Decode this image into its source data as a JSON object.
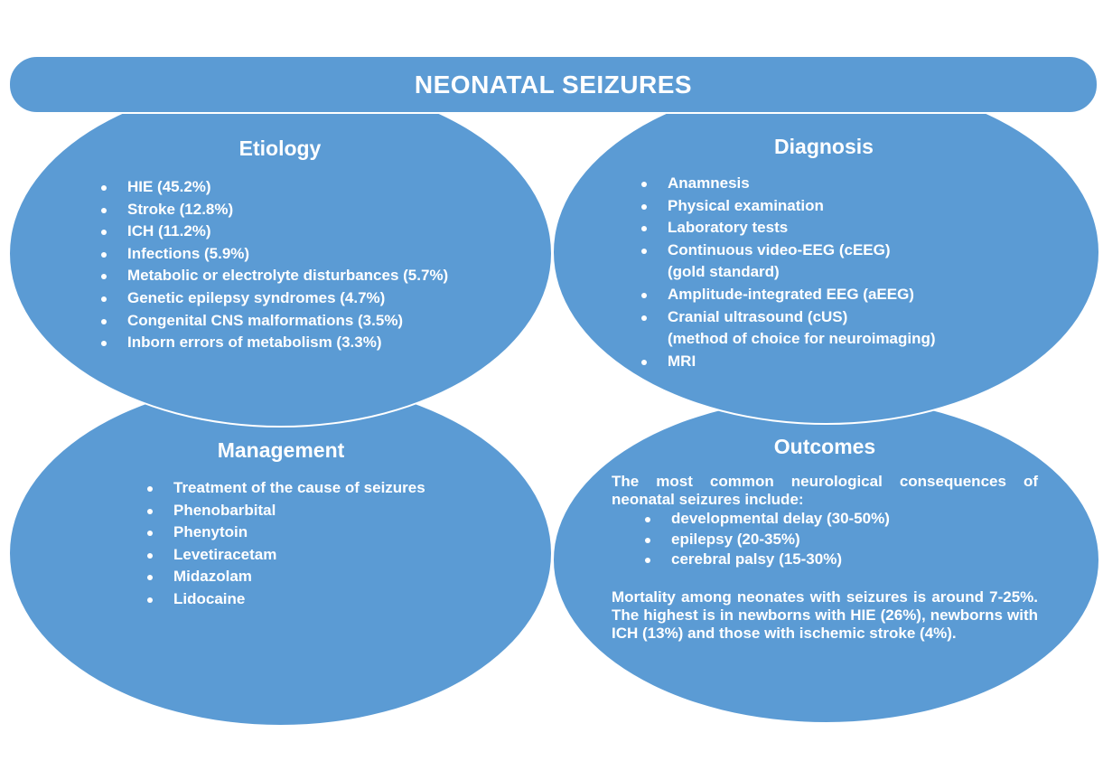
{
  "title": "NEONATAL SEIZURES",
  "etiology": {
    "heading": "Etiology",
    "items": [
      "HIE (45.2%)",
      "Stroke (12.8%)",
      "ICH (11.2%)",
      "Infections (5.9%)",
      "Metabolic or electrolyte disturbances (5.7%)",
      "Genetic epilepsy syndromes (4.7%)",
      "Congenital CNS malformations (3.5%)",
      "Inborn errors of metabolism (3.3%)"
    ]
  },
  "diagnosis": {
    "heading": "Diagnosis",
    "items": [
      {
        "text": "Anamnesis"
      },
      {
        "text": "Physical examination"
      },
      {
        "text": "Laboratory tests"
      },
      {
        "text": "Continuous video-EEG (cEEG)",
        "note": "(gold standard)"
      },
      {
        "text": "Amplitude-integrated EEG (aEEG)"
      },
      {
        "text": "Cranial ultrasound (cUS)",
        "note": "(method of choice for neuroimaging)"
      },
      {
        "text": "MRI"
      }
    ]
  },
  "management": {
    "heading": "Management",
    "items": [
      "Treatment of the cause of seizures",
      "Phenobarbital",
      "Phenytoin",
      "Levetiracetam",
      "Midazolam",
      "Lidocaine"
    ]
  },
  "outcomes": {
    "heading": "Outcomes",
    "intro": "The most common neurological consequences of neonatal seizures include:",
    "items": [
      "developmental delay (30-50%)",
      "epilepsy (20-35%)",
      "cerebral palsy (15-30%)"
    ],
    "mortality": "Mortality among neonates with seizures is around 7-25%. The highest is in newborns with HIE (26%), newborns with ICH (13%) and those with ischemic stroke (4%)."
  },
  "colors": {
    "fill": "#5b9bd4",
    "text": "#ffffff",
    "border": "#ffffff"
  }
}
